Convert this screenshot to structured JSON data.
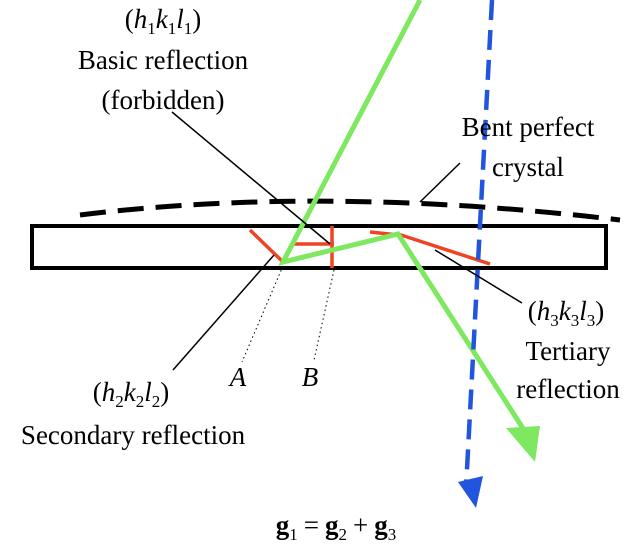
{
  "labels": {
    "basic": {
      "h": "h",
      "h_sub": "1",
      "k": "k",
      "k_sub": "1",
      "l": "l",
      "l_sub": "1",
      "open": "(",
      "close": ")",
      "line1": "Basic reflection",
      "line2": "(forbidden)"
    },
    "bent": {
      "line1": "Bent perfect",
      "line2": "crystal"
    },
    "secondary": {
      "h": "h",
      "h_sub": "2",
      "k": "k",
      "k_sub": "2",
      "l": "l",
      "l_sub": "2",
      "open": "(",
      "close": ")",
      "line1": "Secondary reflection"
    },
    "tertiary": {
      "h": "h",
      "h_sub": "3",
      "k": "k",
      "k_sub": "3",
      "l": "l",
      "l_sub": "3",
      "open": "(",
      "close": ")",
      "line1": "Tertiary",
      "line2": "reflection"
    },
    "point_a": "A",
    "point_b": "B",
    "equation": {
      "g1": "g",
      "g1_sub": "1",
      "eq": "=",
      "g2": "g",
      "g2_sub": "2",
      "plus": "+",
      "g3": "g",
      "g3_sub": "3"
    }
  },
  "colors": {
    "green_beam": "#7ee860",
    "blue_beam": "#2255dd",
    "red_reflection": "#ee4422",
    "crystal_outline": "#000000"
  }
}
